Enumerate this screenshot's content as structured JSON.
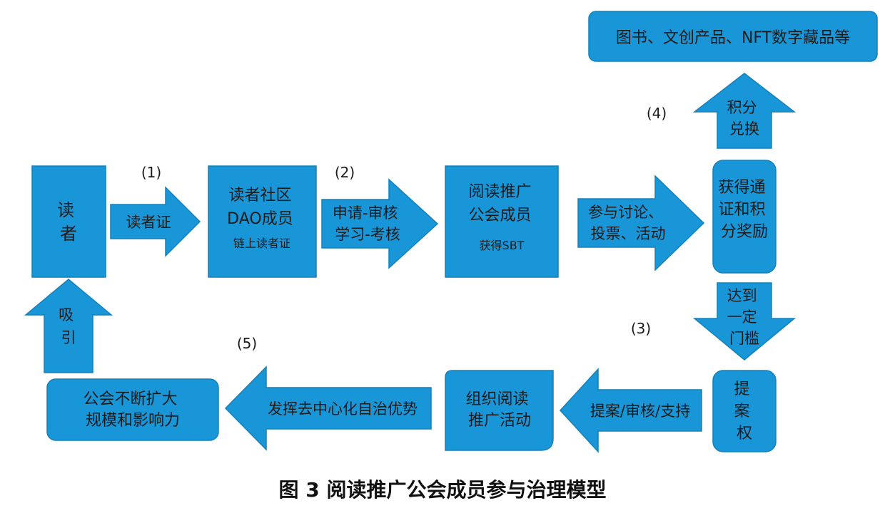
{
  "colors": {
    "shape_fill": "#1996D7",
    "shape_stroke": "#1580BA",
    "text": "#1b1b1b"
  },
  "nodes": {
    "reader": [
      "读",
      "者"
    ],
    "dao_member": {
      "line1": "读者社区",
      "line2": "DAO成员",
      "line3": "链上读者证"
    },
    "guild_member": {
      "line1": "阅读推广",
      "line2": "公会成员",
      "line3": "获得SBT"
    },
    "points_reward": [
      "获得通",
      "证和积",
      "分奖励"
    ],
    "redeem_items": "图书、文创产品、NFT数字藏品等",
    "proposal_right": [
      "提",
      "案",
      "权"
    ],
    "organize_events": [
      "组织阅读",
      "推广活动"
    ],
    "guild_expand": [
      "公会不断扩大",
      "规模和影响力"
    ]
  },
  "arrows": {
    "reader_card": "读者证",
    "apply_review": [
      "申请-审核",
      "学习-考核"
    ],
    "participate": [
      "参与讨论、",
      "投票、活动"
    ],
    "points_exchange": [
      "积分",
      "兑换"
    ],
    "reach_threshold": [
      "达到",
      "一定",
      "门槛"
    ],
    "propose_review_support": "提案/审核/支持",
    "decentralized_advantage": "发挥去中心化自治优势",
    "attract": [
      "吸",
      "引"
    ]
  },
  "steps": {
    "s1": "(1)",
    "s2": "(2)",
    "s3": "(3)",
    "s4": "(4)",
    "s5": "(5)"
  },
  "caption": "图 3  阅读推广公会成员参与治理模型"
}
